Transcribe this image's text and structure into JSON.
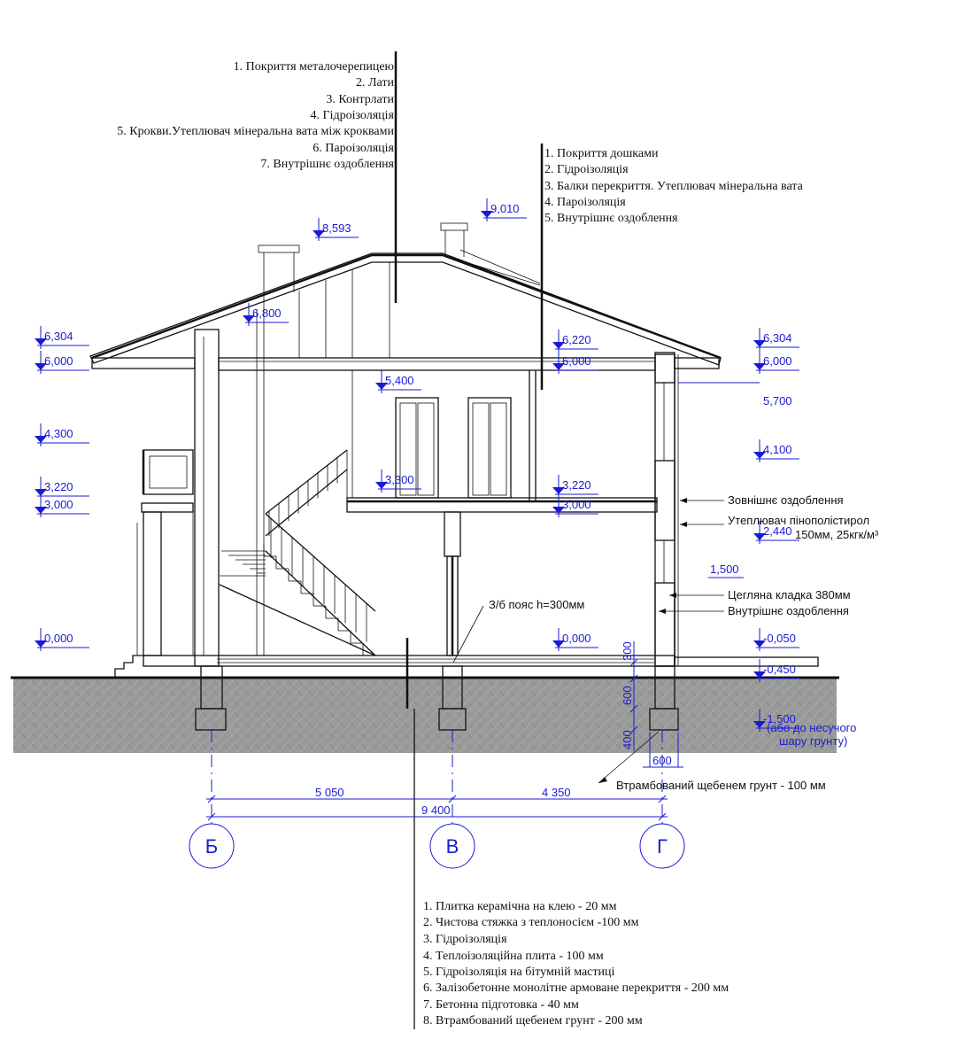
{
  "roof_notes": [
    "1. Покриття металочерепицею",
    "2. Лати",
    "3. Контрлати",
    "4. Гідроізоляція",
    "5. Крокви.Утеплювач мінеральна вата між кроквами",
    "6. Пароізоляція",
    "7. Внутрішнє оздоблення"
  ],
  "attic_floor_notes": [
    "1. Покриття дошками",
    "2. Гідроізоляція",
    "3. Балки перекриття. Утеплювач мінеральна вата",
    "4. Пароізоляція",
    "5. Внутрішнє оздоблення"
  ],
  "ground_floor_notes": [
    "1. Плитка керамічна на клею -  20 мм",
    "2. Чистова стяжка з теплоносієм -100 мм",
    "3. Гідроізоляція",
    "4. Теплоізоляційна плита - 100 мм",
    "5. Гідроізоляція на бітумній мастиці",
    "6. Залізобетонне монолітне армоване перекриття      -  200 мм",
    "7. Бетонна підготовка  -  40 мм",
    "8. Втрамбований щебенем грунт - 200 мм"
  ],
  "wall_notes": {
    "exterior_finish": "Зовнішнє оздоблення",
    "insulation_line1": "Утеплювач пінополістирол",
    "insulation_line2": "150мм, 25кгк/м³",
    "masonry": "Цегляна кладка 380мм",
    "interior_finish": "Внутрішнє оздоблення",
    "belt": "З/б пояс h=300мм",
    "gravel": "Втрамбований щебенем грунт - 100 мм",
    "bearing_line1": "(або до несучого",
    "bearing_line2": "шару грунту)"
  },
  "levels_left": [
    "6,304",
    "6,000",
    "4,300",
    "3,220",
    "3,000",
    "0,000"
  ],
  "levels_mid": [
    "8,593",
    "6,800",
    "5,400",
    "3,300"
  ],
  "levels_center": [
    "9,010",
    "6,220",
    "6,000",
    "3,220",
    "3,000",
    "0,000"
  ],
  "levels_right": [
    "6,304",
    "6,000",
    "5,700",
    "4,100",
    "2,440",
    "1,500",
    "-0,050",
    "-0,450",
    "-1,500"
  ],
  "foundation_dims": {
    "d300": "300",
    "d600": "600",
    "d400": "400",
    "w600": "600"
  },
  "dimensions": {
    "span_bv": "5 050",
    "span_vg": "4 350",
    "total": "9 400"
  },
  "axes": [
    "Б",
    "В",
    "Г"
  ],
  "colors": {
    "annotation_blue": "#1a1ad6",
    "ground": "#9a9a9a",
    "line": "#111111"
  }
}
